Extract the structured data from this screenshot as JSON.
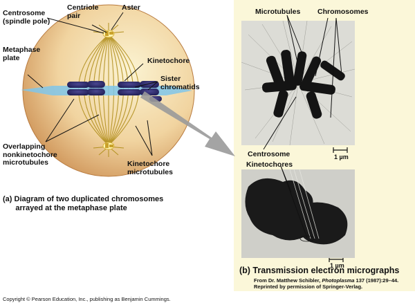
{
  "panel_a": {
    "labels": {
      "centrosome": "Centrosome\n(spindle pole)",
      "centriole_pair": "Centriole\npair",
      "aster": "Aster",
      "metaphase_plate": "Metaphase\nplate",
      "kinetochore": "Kinetochore",
      "sister_chromatids": "Sister\nchromatids",
      "overlapping": "Overlapping\nnonkinetochore\nmicrotubules",
      "kinetochore_microtubules": "Kinetochore\nmicrotubules"
    },
    "caption": "(a) Diagram of two duplicated chromosomes\n      arrayed at the metaphase plate"
  },
  "panel_b": {
    "labels": {
      "microtubules": "Microtubules",
      "chromosomes": "Chromosomes",
      "centrosome": "Centrosome",
      "kinetochores": "Kinetochores"
    },
    "scale_top": "1 µm",
    "scale_bottom": "1 µm",
    "caption": "(b) Transmission electron micrographs",
    "credit_prefix": "From Dr. Matthew Schibler, ",
    "credit_journal": "Photoplasma",
    "credit_suffix": " 137 (1987):29–44.",
    "credit_line2": "Reprinted by permission of Springer-Verlag."
  },
  "copyright": "Copyright © Pearson Education, Inc., publishing as Benjamin Cummings.",
  "colors": {
    "cell_inner": "#f7e9bd",
    "cell_outer": "#c98a4d",
    "plate": "#7fc6ea",
    "chromosome": "#2b2766",
    "spindle": "#b2901f",
    "panel_bg": "#fbf7d9",
    "arrow": "#9a9a9a"
  }
}
